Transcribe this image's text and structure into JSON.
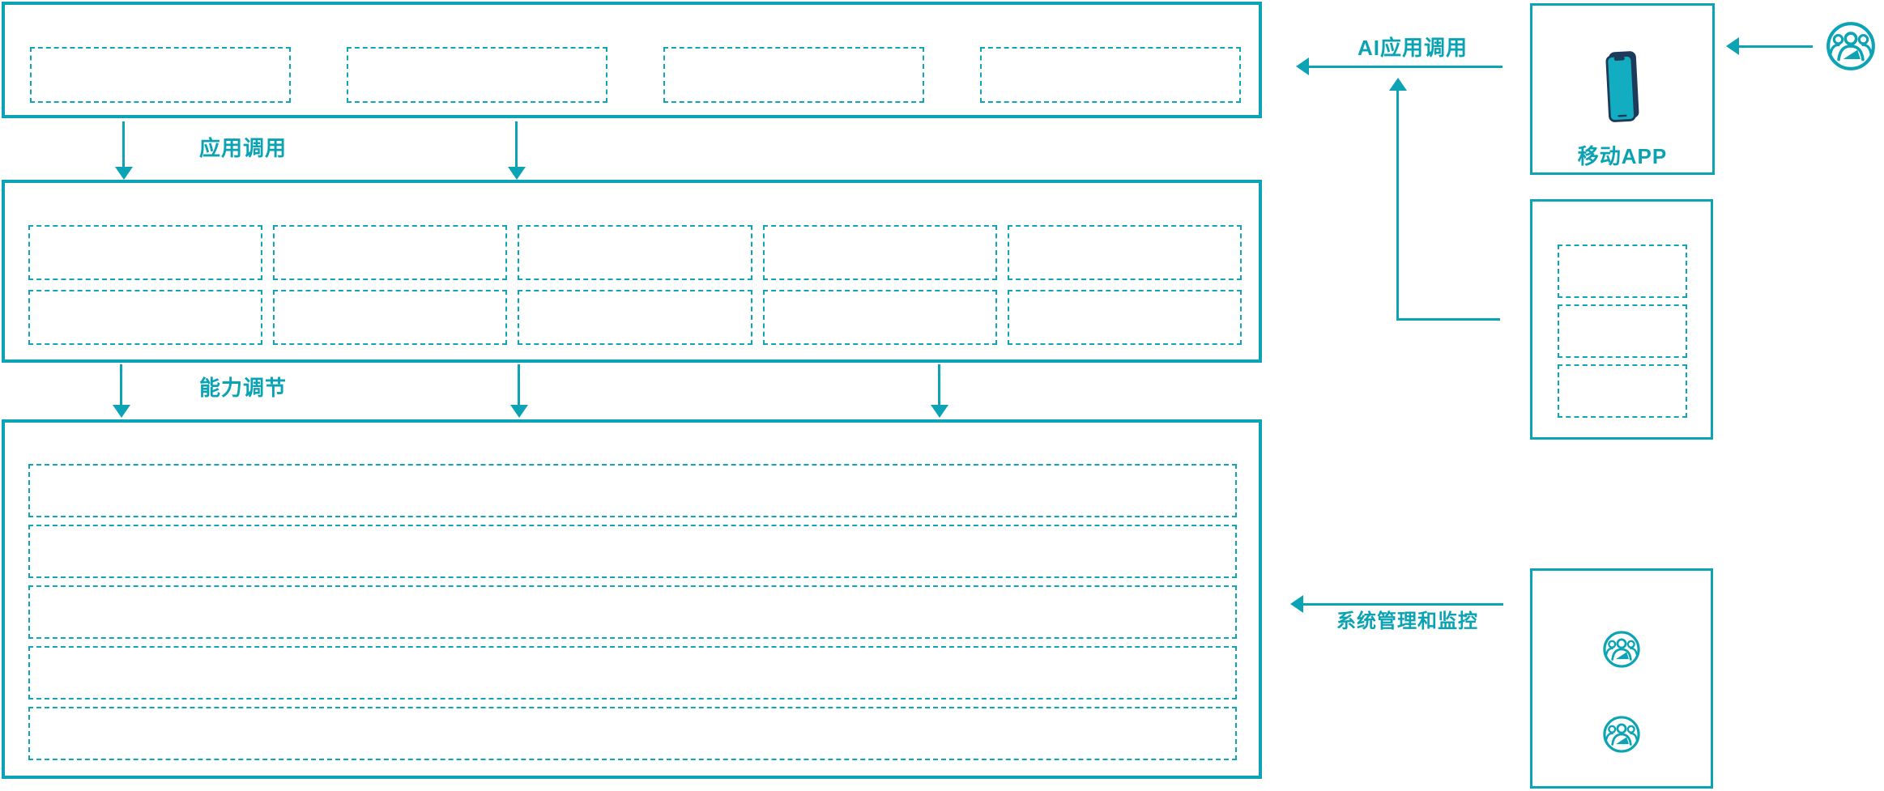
{
  "colors": {
    "accent_teal": "#0ca3b4",
    "dashed_teal": "#0fa7b7",
    "phone_body_navy": "#1e3a5a",
    "phone_screen_teal": "#12adc0",
    "background": "#ffffff"
  },
  "flow_labels": {
    "app_call": "应用调用",
    "capability_adjust": "能力调节",
    "ai_app_call": "AI应用调用",
    "system_monitor": "系统管理和监控"
  },
  "nodes": {
    "mobile_app": {
      "label": "移动APP",
      "icon": "smartphone-icon"
    },
    "external_user": {
      "icon": "user-group-icon"
    },
    "admin_users": {
      "icon": "user-group-icon",
      "count": 2
    }
  },
  "structure": {
    "top_layer_placeholders": 4,
    "middle_layer_placeholders": 10,
    "middle_layer_rows": 2,
    "middle_layer_cols": 5,
    "bottom_layer_placeholders": 5,
    "right_panel_placeholders": 3
  }
}
